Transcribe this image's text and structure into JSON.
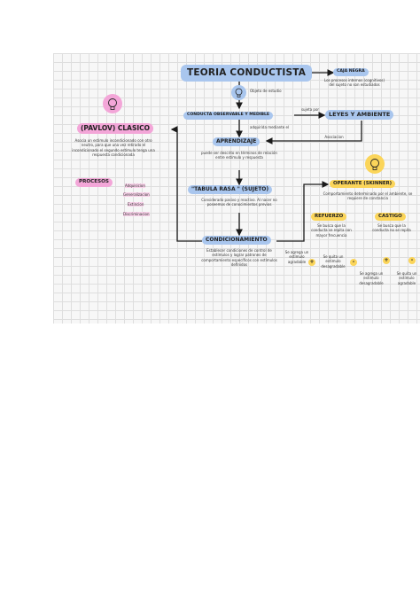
{
  "title": "TEORIA CONDUCTISTA",
  "caja_negra": {
    "label": "CAJA NEGRA",
    "desc": "Los procesos internos (cognitivos) del sujeto no son estudiados"
  },
  "objeto_estudio": "Objeto de estudio",
  "conducta": "CONDUCTA OBSERVABLE Y MEDIBLE",
  "sujeta_por": "sujeta por",
  "leyes": "LEYES Y AMBIENTE",
  "adquirida": "adquirida mediante el",
  "asociacion": "Asociacion",
  "aprendizaje": "APRENDIZAJE",
  "aprendizaje_desc": "puede ser descrito en términos de relación entre estímulo y respuesta",
  "tabula": "\"TABULA RASA \" (SUJETO)",
  "tabula_desc": "Considerado pasivo y reactivo. Al nacer no poseemos de conocimientos previos",
  "condicionamiento": "CONDICIONAMIENTO",
  "condicionamiento_desc": "Establecer condiciones de control de estímulos y lograr patrones de comportamiento específicos con estímulos definidos",
  "pavlov": {
    "label": "(PAVLOV) CLASICO",
    "desc": "Asocia un estimulo incondicionado con otro neutro, para que una vez retirado el incondicionado el segundo estímulo tenga una respuesta condicionada",
    "procesos": "PROCESOS",
    "items": [
      "Adquisicion",
      "Generalizacion",
      "Extincion",
      "Discriminacion"
    ]
  },
  "skinner": {
    "label": "OPERANTE (SKINNER)",
    "desc": "Comportamiento determinado por el ambiente, se requiere de constancia",
    "refuerzo": "REFUERZO",
    "refuerzo_desc": "Se busca que la conducta se repita con mayor frecuencia",
    "castigo": "CASTIGO",
    "castigo_desc": "Se busca que la conducta no se repita",
    "notes": [
      "Se agrega un estímulo agradable",
      "Se quita un estimulo desagradable",
      "Se agrega un estimulo desagradable",
      "Se quita un estímulo agradable"
    ],
    "signs": [
      "+",
      "-",
      "+",
      "-"
    ]
  },
  "colors": {
    "blue": "#a9c6ee",
    "pink": "#f3a6d8",
    "yellow": "#fbd55a",
    "arrow": "#1a1a1a"
  }
}
